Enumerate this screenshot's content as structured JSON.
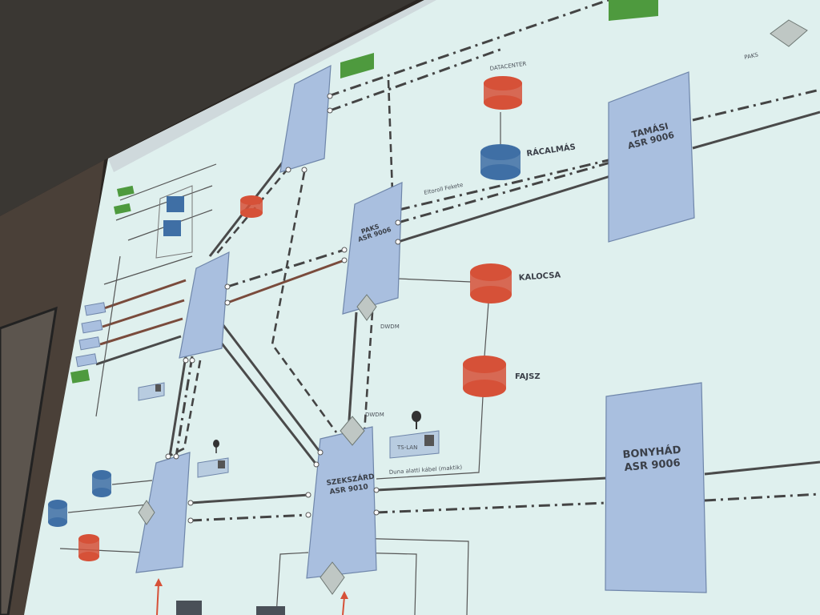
{
  "scene": {
    "colors": {
      "wall": "#2b2622",
      "ceiling": "#3a3733",
      "screen": "#dff0ee",
      "box_fill": "#a9bfdf",
      "router_red": "#d65138",
      "router_blue": "#3f6fa5",
      "green_tag": "#4e9a3e"
    }
  },
  "nodes": {
    "tamasi": {
      "line1": "TAMÁSI",
      "line2": "ASR 9006"
    },
    "bonyhad": {
      "line1": "BONYHÁD",
      "line2": "ASR 9006"
    },
    "paks": {
      "line1": "PAKS",
      "line2": "ASR 9006"
    },
    "szekszard": {
      "line1": "SZEKSZÁRD",
      "line2": "ASR 9010"
    }
  },
  "routers": {
    "racalmas": "RÁCALMÁS",
    "kalocsa": "KALOCSA",
    "fajsz": "FAJSZ",
    "racalmas_top": "DATACENTER"
  },
  "annotations": {
    "duna_alatt": "Duna alatti kábel (maktik)",
    "ts_lan": "TS-LAN",
    "dwdm": "DWDM",
    "fekete": "Eltoroll Fekete",
    "paks_top": "PAKS"
  }
}
